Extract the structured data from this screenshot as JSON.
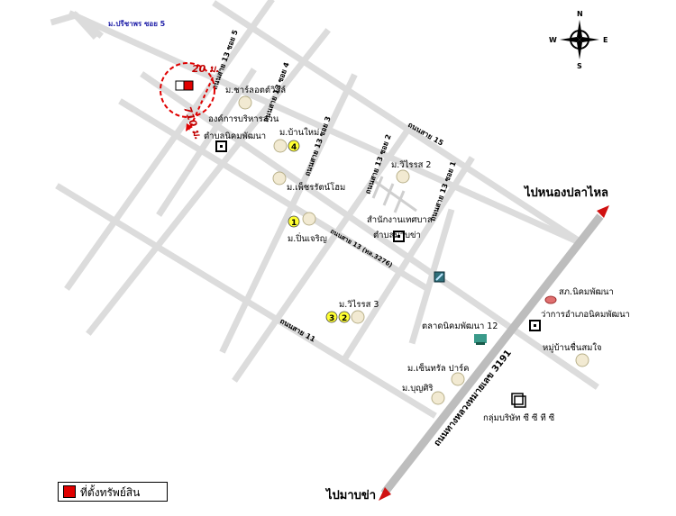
{
  "map": {
    "roads": {
      "soi5_title": "ม.ปรีชาพร ซอย 5",
      "road13_soi5": "ถนนสาย 13 ซอย 5",
      "road13_soi4": "ถนนสาย 13 ซอย 4",
      "road13_soi3": "ถนนสาย 13 ซอย 3",
      "road13_soi2": "ถนนสาย 13 ซอย 2",
      "road13_soi1": "ถนนสาย 13 ซอย 1",
      "road15": "ถนนสาย 15",
      "road13": "ถนนสาย 13 (ทล.3276)",
      "road11": "ถนนสาย 11",
      "highway": "ถนนทางหลวงหมายเลข 3191"
    },
    "measure": {
      "d1": "20 ม.",
      "d2": "710 ม."
    },
    "places": {
      "charlotte": "ม.ชาร์ลอตต์วิลล์",
      "tambon_office": "องค์การบริหารส่วน",
      "tambon_office2": "ตำบลนิคมพัฒนา",
      "ban_mai": "ม.บ้านใหม่",
      "phet": "ม.เพ็ชรรัตน์โฮม",
      "wiwat2": "ม.วิไรรส 2",
      "municipal1": "สำนักงานเทศบาล",
      "municipal2": "ตำบลมาบข่า",
      "pin_charoen": "ม.ปิ่นเจริญ",
      "wiwat3": "ม.วิไรรส 3",
      "market": "ตลาดนิคมพัฒนา 12",
      "police": "สภ.นิคมพัฒนา",
      "district_office": "ว่าการอำเภอนิคมพัฒนา",
      "chuen": "หมู่บ้านชื่นสมใจ",
      "central_park": "ม.เซ็นทรัล ปาร์ค",
      "bunsiri": "ม.บุญศิริ",
      "company": "กลุ่มบริษัท ซี ซี ที ซี"
    },
    "badges": {
      "b1": "1",
      "b2": "2",
      "b3": "3",
      "b4": "4"
    },
    "directions": {
      "to_nongplalai": "ไปหนองปลาไหล",
      "to_mapkha": "ไปมาบข่า"
    },
    "compass": {
      "n": "N",
      "s": "S",
      "e": "E",
      "w": "W"
    }
  },
  "legend": {
    "label": "ที่ตั้งทรัพย์สิน"
  },
  "colors": {
    "road": "#dcdcdc",
    "target": "#e00000",
    "circle": "#e00000",
    "badge": "#ffff33",
    "arrow": "#d01010",
    "label_blue": "#1e1ea8"
  }
}
